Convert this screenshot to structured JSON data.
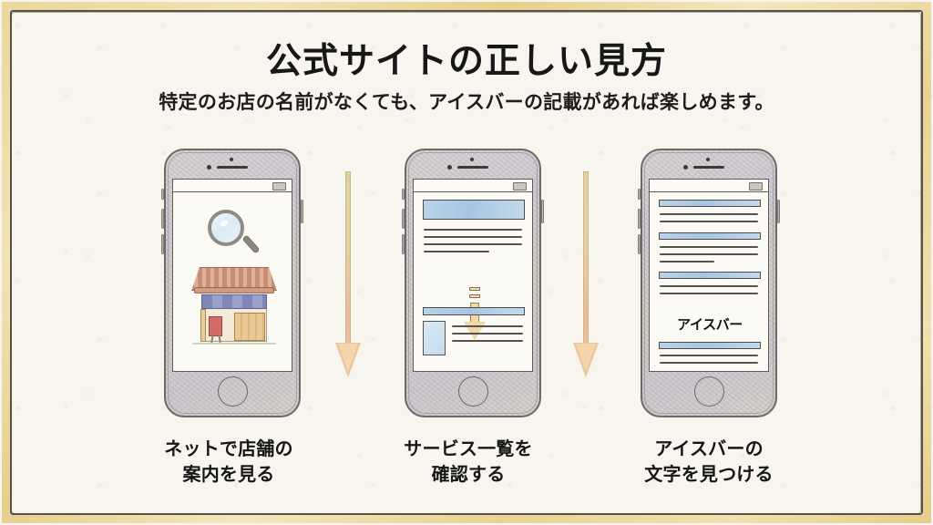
{
  "slide": {
    "title": "公式サイトの正しい見方",
    "subtitle": "特定のお店の名前がなくても、アイスバーの記載があれば楽しめます。",
    "background_color": "#f7f5ee",
    "border_color": "#55524a",
    "wash_color": "#ecd79a"
  },
  "steps": [
    {
      "id": "step-1",
      "caption_line1": "ネットで店舗の",
      "caption_line2": "案内を見る",
      "screen_type": "search-storefront",
      "icons": [
        "magnifier-icon",
        "storefront-illustration"
      ]
    },
    {
      "id": "step-2",
      "caption_line1": "サービス一覧を",
      "caption_line2": "確認する",
      "screen_type": "webpage-scroll",
      "icons": [
        "scroll-down-arrow-icon"
      ],
      "accent_color": "#f1d9a7",
      "heading_bar_color": "#a7c6e2"
    },
    {
      "id": "step-3",
      "caption_line1": "アイスバーの",
      "caption_line2": "文字を見つける",
      "screen_type": "document-highlight",
      "highlighted_keyword": "アイスバー",
      "highlight_color": "#f3c458",
      "heading_bar_color": "#a7c6e2"
    }
  ],
  "connectors": [
    {
      "id": "connector-1",
      "direction": "down",
      "color": "#e7cfa0"
    },
    {
      "id": "connector-2",
      "direction": "down",
      "color": "#e7cfa0"
    }
  ]
}
